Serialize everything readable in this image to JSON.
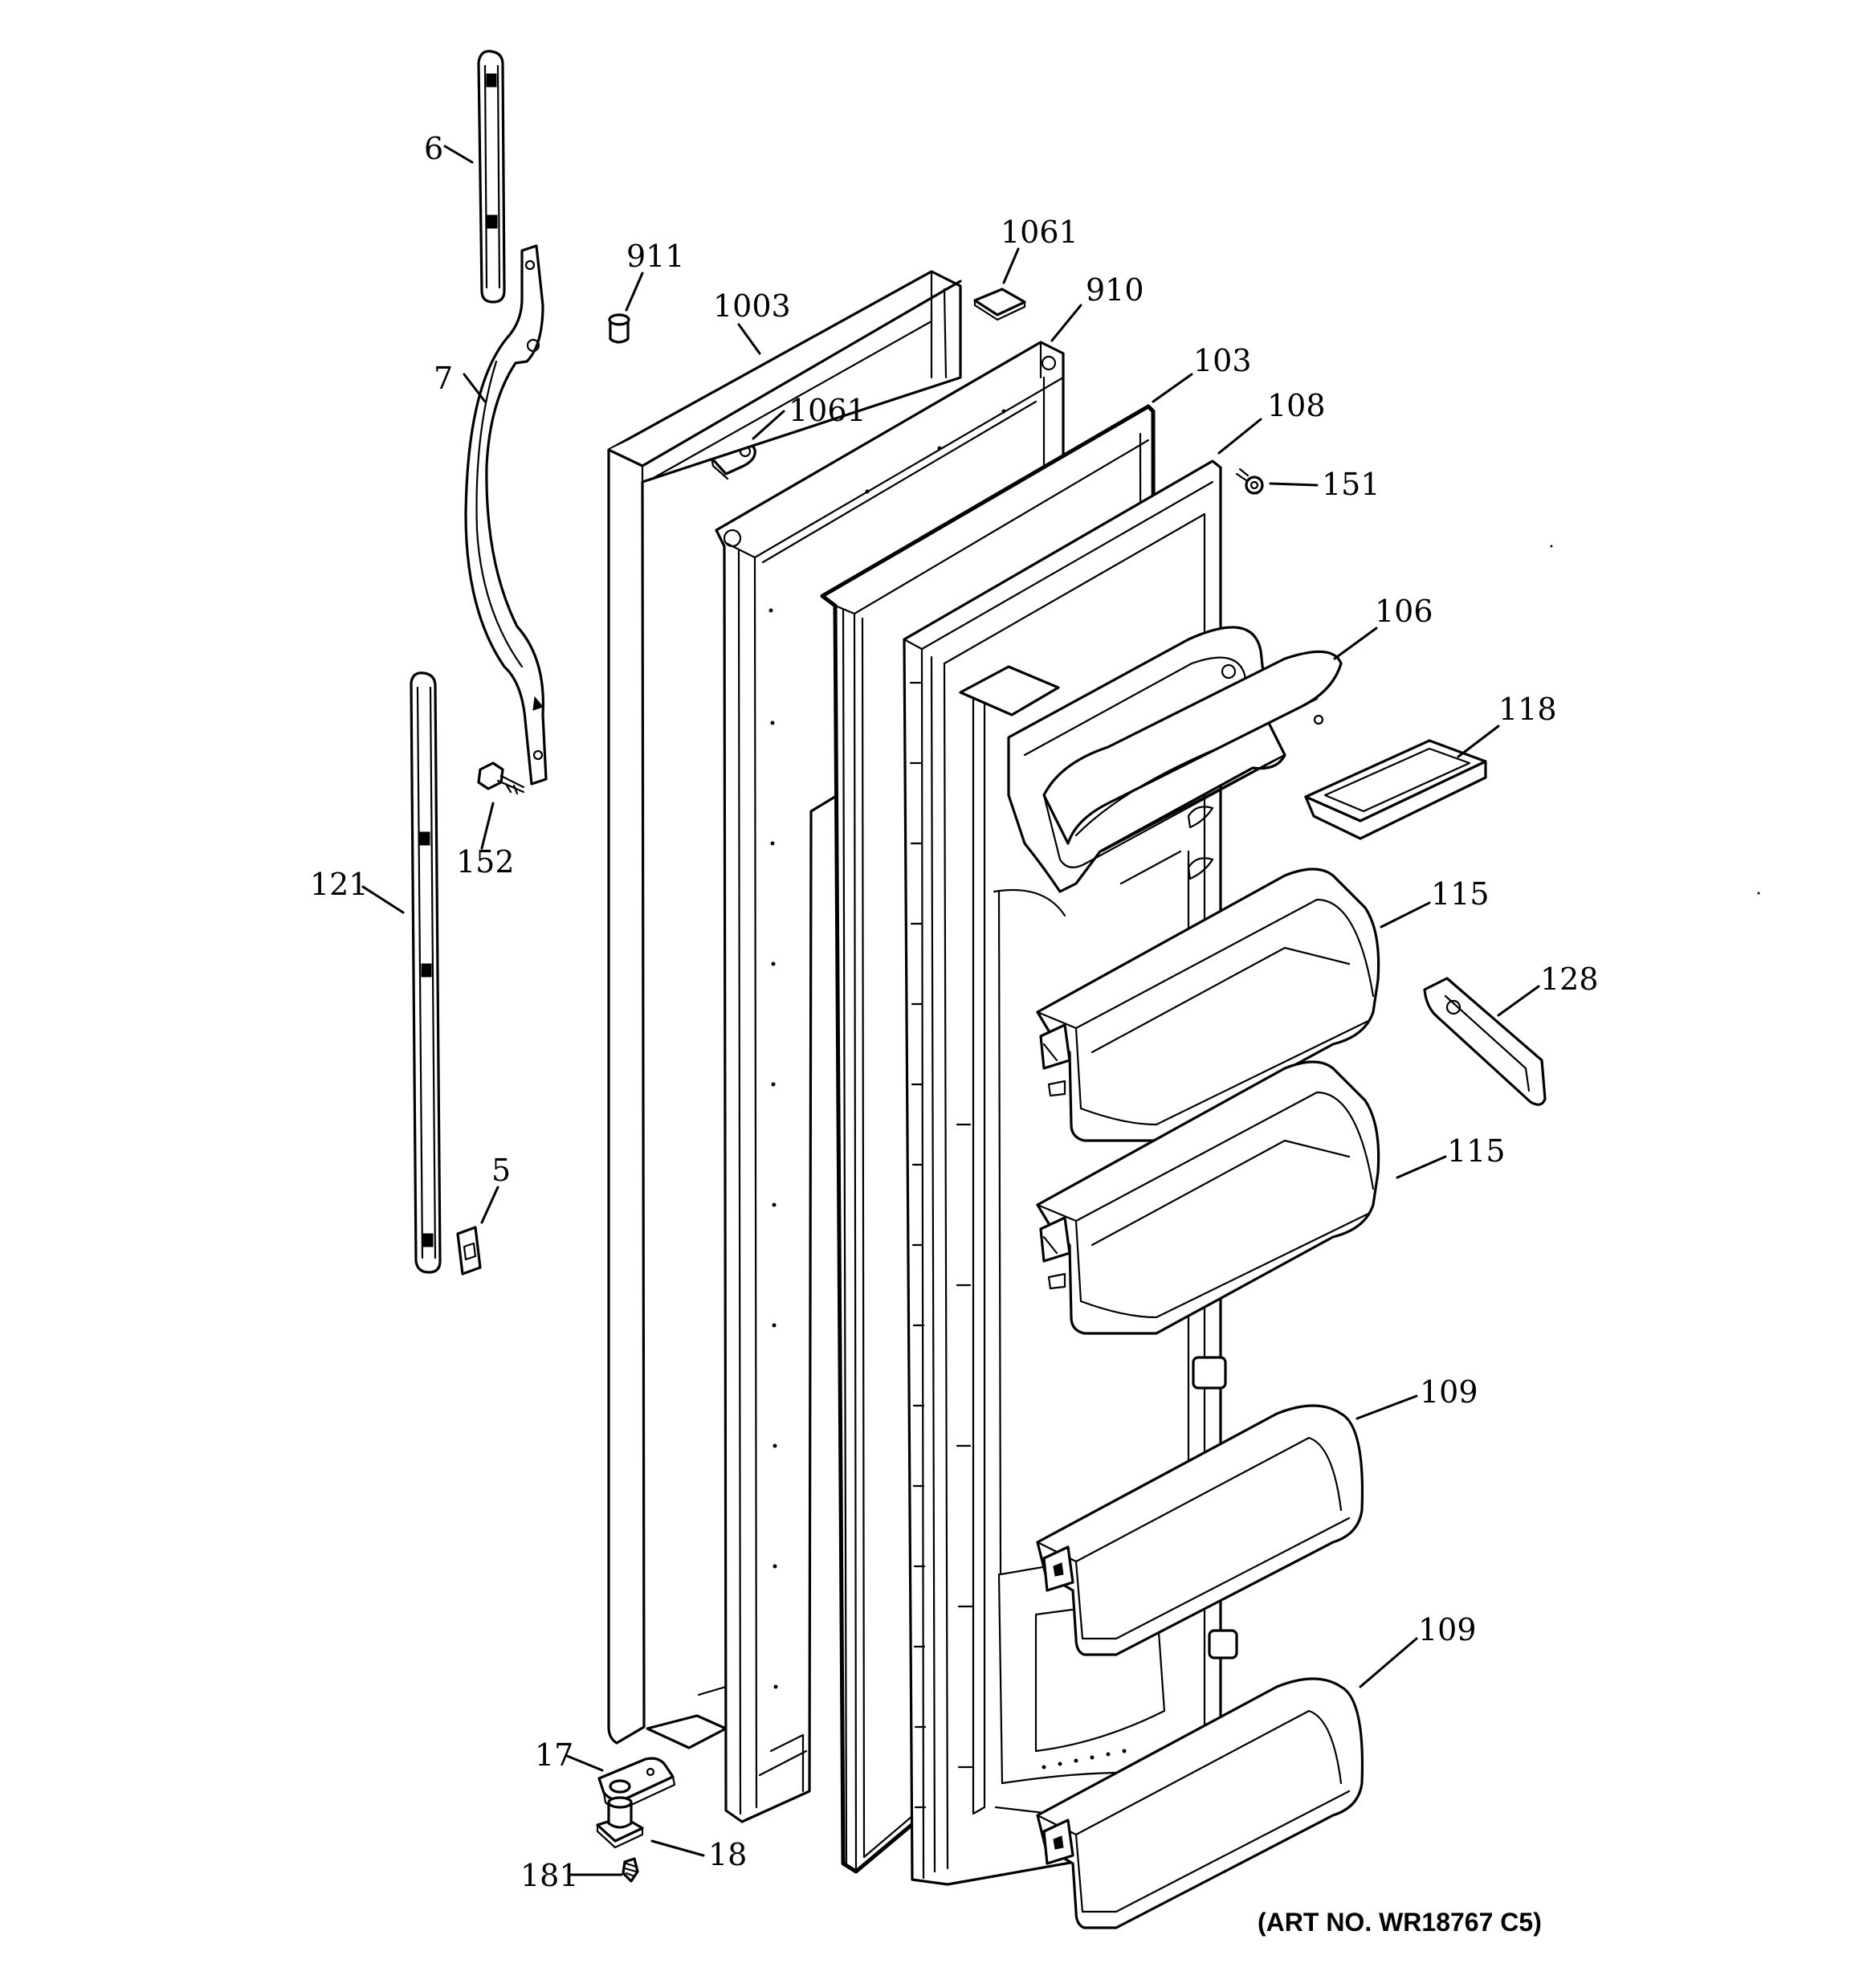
{
  "labels": {
    "p6": "6",
    "p7": "7",
    "p911": "911",
    "p1003": "1003",
    "p1061_top": "1061",
    "p910": "910",
    "p1061_mid": "1061",
    "p103": "103",
    "p108": "108",
    "p151": "151",
    "p106": "106",
    "p118": "118",
    "p152": "152",
    "p121": "121",
    "p115_a": "115",
    "p128": "128",
    "p115_b": "115",
    "p5": "5",
    "p109_a": "109",
    "p109_b": "109",
    "p17": "17",
    "p18": "18",
    "p181": "181"
  },
  "art_number": "(ART NO. WR18767 C5)"
}
